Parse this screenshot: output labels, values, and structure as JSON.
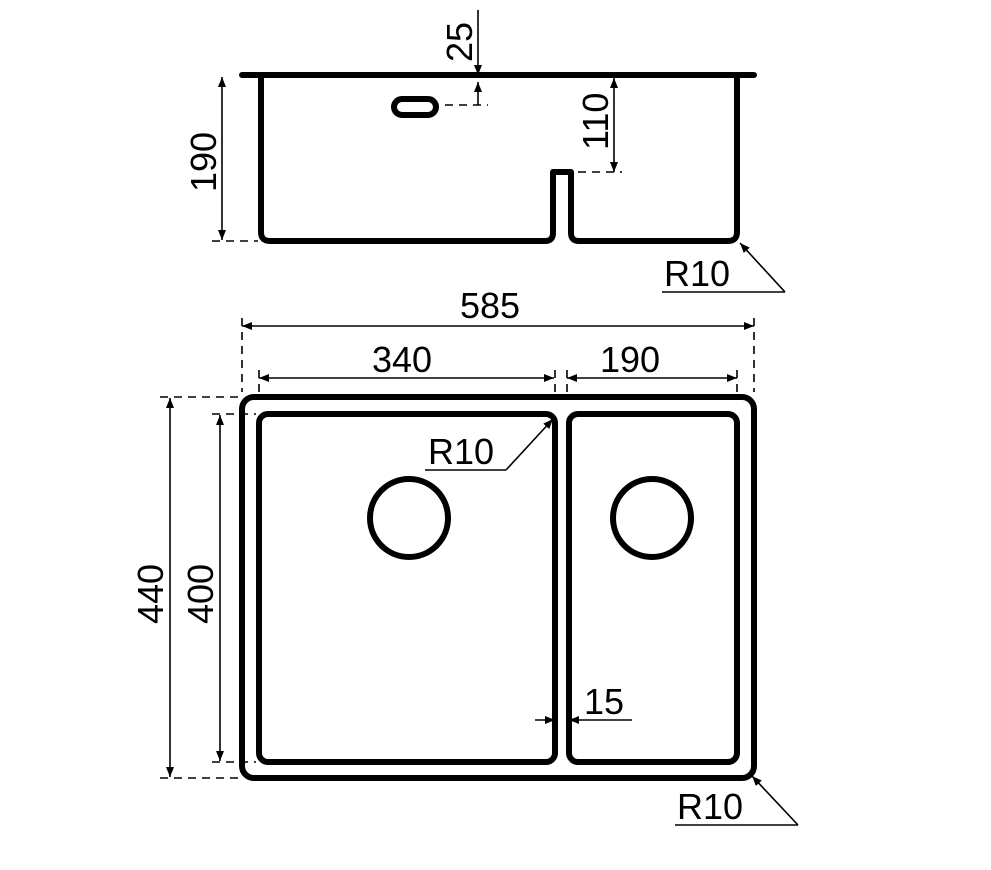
{
  "section_view": {
    "depth_label": "190",
    "overflow_offset_label": "25",
    "divider_height_label": "110",
    "corner_radius_label": "R10"
  },
  "plan_view": {
    "overall_width_label": "585",
    "left_bowl_width_label": "340",
    "right_bowl_width_label": "190",
    "overall_length_label": "440",
    "bowl_length_label": "400",
    "inner_radius_label": "R10",
    "divider_width_label": "15",
    "outer_radius_label": "R10"
  }
}
